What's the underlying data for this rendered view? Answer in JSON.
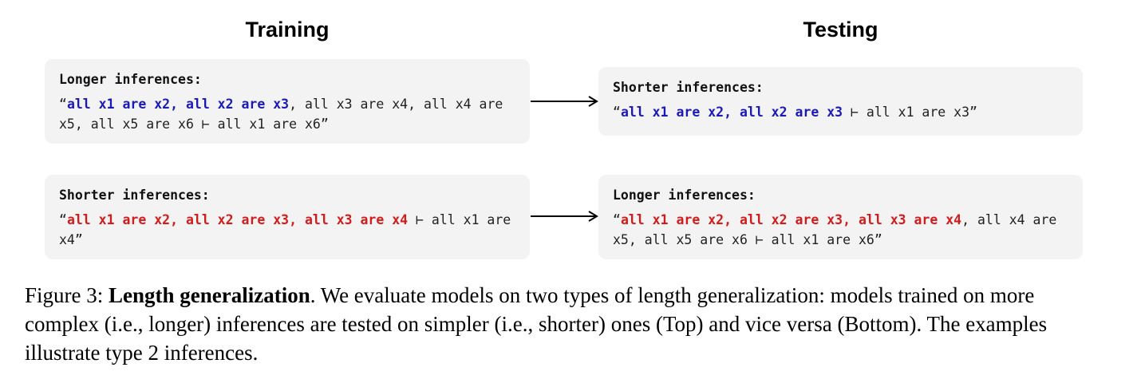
{
  "headings": {
    "training": "Training",
    "testing": "Testing"
  },
  "rows": [
    {
      "train": {
        "title": "Longer inferences:",
        "open_quote": "“",
        "highlight": "all x1 are x2, all x2 are x3",
        "rest": ", all x3 are x4, all x4 are x5, all x5 are x6 ⊢ all x1 are x6”",
        "highlight_color": "#1a1ab8"
      },
      "test": {
        "title": "Shorter inferences:",
        "open_quote": "“",
        "highlight": "all x1 are x2, all x2 are x3",
        "rest": " ⊢ all x1 are x3”",
        "highlight_color": "#1a1ab8"
      }
    },
    {
      "train": {
        "title": "Shorter inferences:",
        "open_quote": "“",
        "highlight": "all x1 are x2, all x2 are x3, all x3 are x4",
        "rest": " ⊢ all x1 are x4”",
        "highlight_color": "#d41b1b"
      },
      "test": {
        "title": "Longer inferences:",
        "open_quote": "“",
        "highlight": "all x1 are x2, all x2 are x3, all x3 are x4",
        "rest": ", all x4 are x5, all x5 are x6 ⊢ all x1 are x6”",
        "highlight_color": "#d41b1b"
      }
    }
  ],
  "caption": {
    "prefix": "Figure 3: ",
    "bold": "Length generalization",
    "rest": ". We evaluate models on two types of length generalization: models trained on more complex (i.e., longer) inferences are tested on simpler (i.e., shorter) ones (Top) and vice versa (Bottom). The examples illustrate type 2 inferences."
  },
  "colors": {
    "box_bg": "#f3f3f3",
    "blue": "#1a1ab8",
    "red": "#d41b1b"
  }
}
